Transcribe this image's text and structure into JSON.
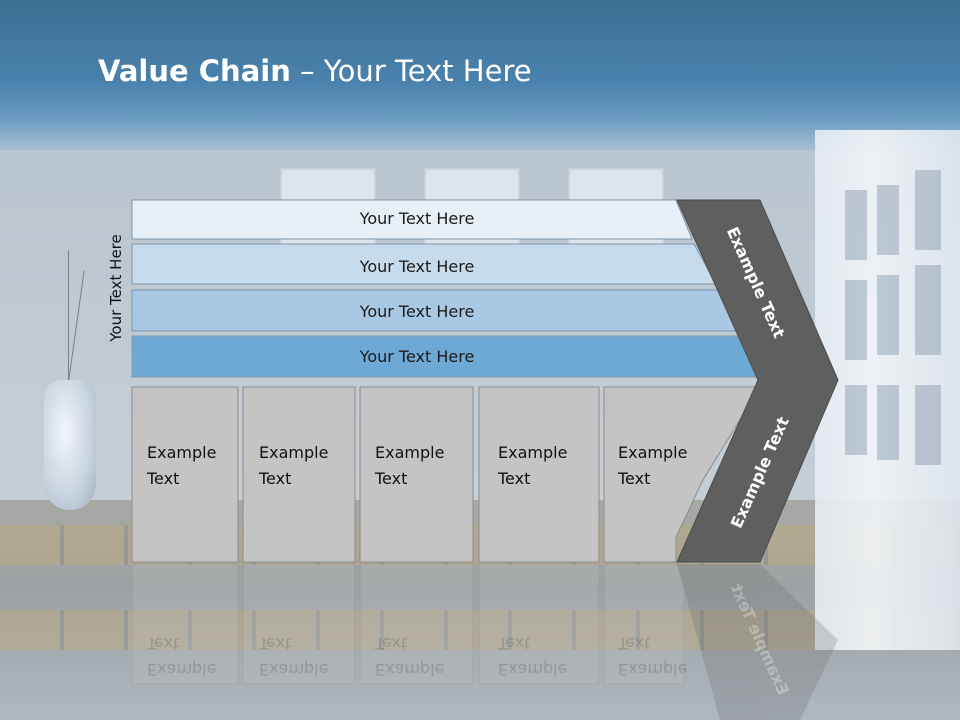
{
  "slide": {
    "title_bold": "Value Chain",
    "title_rest": " – Your Text Here",
    "side_label": "Your Text Here",
    "bands": [
      {
        "label": "Your Text Here",
        "fill": "#e7f0f7"
      },
      {
        "label": "Your Text Here",
        "fill": "#c6dced"
      },
      {
        "label": "Your Text Here",
        "fill": "#a8c8e3"
      },
      {
        "label": "Your Text Here",
        "fill": "#6ea8d4"
      }
    ],
    "boxes": [
      {
        "line1": "Example",
        "line2": "Text"
      },
      {
        "line1": "Example",
        "line2": "Text"
      },
      {
        "line1": "Example",
        "line2": "Text"
      },
      {
        "line1": "Example",
        "line2": "Text"
      },
      {
        "line1": "Example",
        "line2": "Text"
      }
    ],
    "chevron_upper_label": "Example Text",
    "chevron_lower_label": "Example Text",
    "colors": {
      "box_fill": "#c4c4c4",
      "chevron_fill": "#5f5f5f",
      "band_stroke": "#7d96ab"
    }
  }
}
